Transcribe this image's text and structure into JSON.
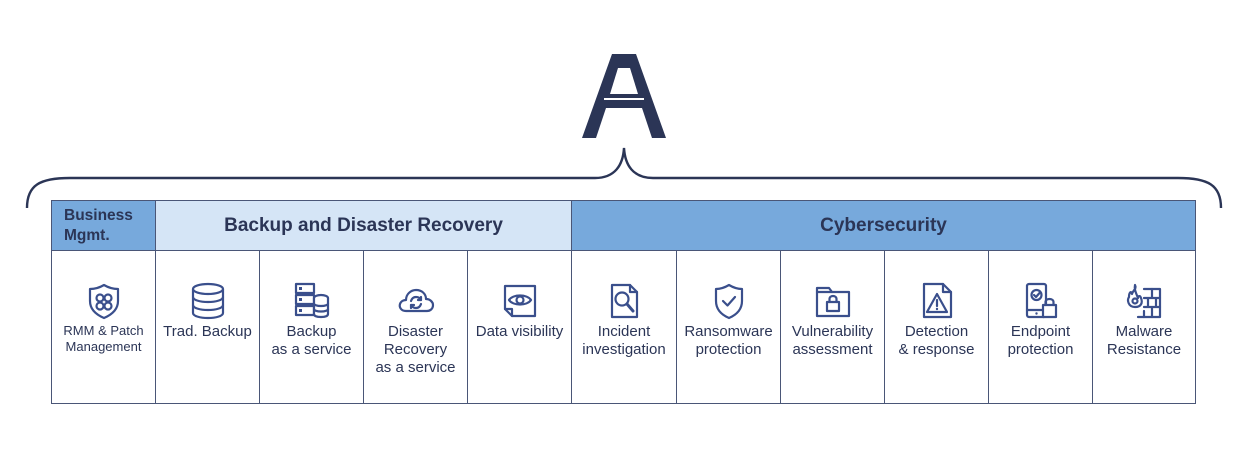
{
  "logo": {
    "letter": "A",
    "name": "acronis-logo",
    "color": "#2b3556"
  },
  "colors": {
    "dark_navy": "#2b3556",
    "header_blue": "#77a9dc",
    "header_light_blue": "#d5e5f6",
    "icon_blue": "#3a4f8c",
    "border": "#4a5677"
  },
  "groups": [
    {
      "label": "Business\nMgmt.",
      "items": [
        {
          "label": "RMM & Patch\nManagement",
          "icon": "shield-patch-icon"
        }
      ]
    },
    {
      "label": "Backup and Disaster Recovery",
      "items": [
        {
          "label": "Trad. Backup",
          "icon": "database-icon"
        },
        {
          "label": "Backup\nas a service",
          "icon": "server-database-icon"
        },
        {
          "label": "Disaster\nRecovery\nas a service",
          "icon": "cloud-sync-icon"
        },
        {
          "label": "Data visibility",
          "icon": "document-eye-icon"
        }
      ]
    },
    {
      "label": "Cybersecurity",
      "items": [
        {
          "label": "Incident\ninvestigation",
          "icon": "document-search-icon"
        },
        {
          "label": "Ransomware\nprotection",
          "icon": "shield-check-icon"
        },
        {
          "label": "Vulnerability\nassessment",
          "icon": "folder-lock-icon"
        },
        {
          "label": "Detection\n& response",
          "icon": "document-warning-icon"
        },
        {
          "label": "Endpoint\nprotection",
          "icon": "mobile-lock-icon"
        },
        {
          "label": "Malware\nResistance",
          "icon": "fire-wall-icon"
        }
      ]
    }
  ]
}
